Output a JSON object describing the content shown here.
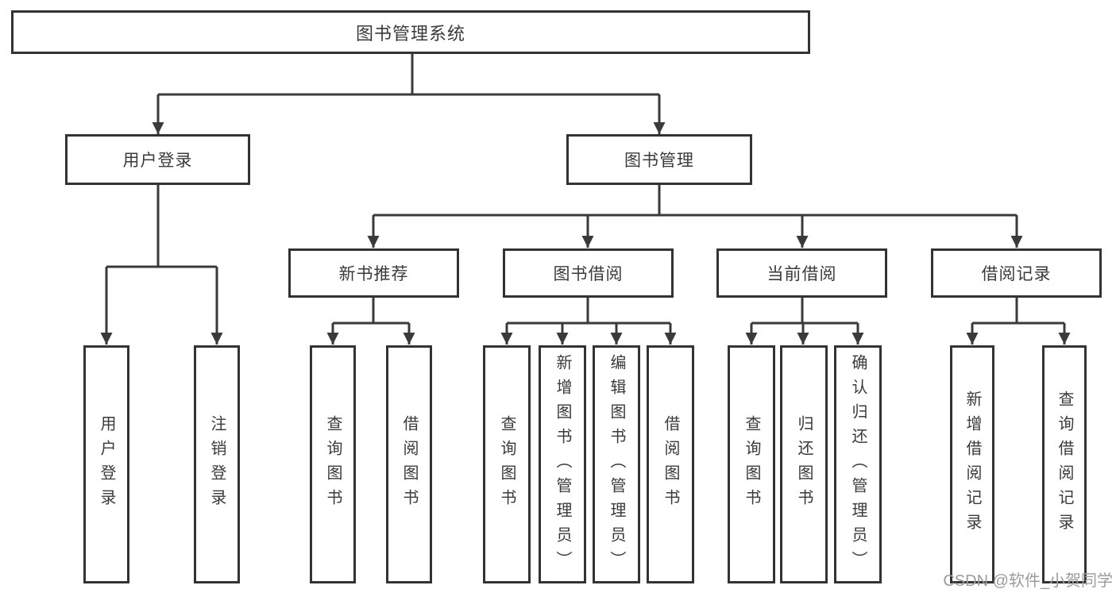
{
  "tree": {
    "root": {
      "label": "图书管理系统"
    },
    "branches": [
      {
        "label": "用户登录",
        "children": [
          {
            "label": "用户登录"
          },
          {
            "label": "注销登录"
          }
        ]
      },
      {
        "label": "图书管理",
        "children": [
          {
            "label": "新书推荐",
            "children": [
              {
                "label": "查询图书"
              },
              {
                "label": "借阅图书"
              }
            ]
          },
          {
            "label": "图书借阅",
            "children": [
              {
                "label": "查询图书"
              },
              {
                "label": "新增图书（管理员）"
              },
              {
                "label": "编辑图书（管理员）"
              },
              {
                "label": "借阅图书"
              }
            ]
          },
          {
            "label": "当前借阅",
            "children": [
              {
                "label": "查询图书"
              },
              {
                "label": "归还图书"
              },
              {
                "label": "确认归还（管理员）"
              }
            ]
          },
          {
            "label": "借阅记录",
            "children": [
              {
                "label": "新增借阅记录"
              },
              {
                "label": "查询借阅记录"
              }
            ]
          }
        ]
      }
    ]
  },
  "watermark": {
    "text": "CSDN @软件_小贺同学"
  },
  "colors": {
    "line": "#3a3a3a",
    "box_border": "#333333",
    "text": "#3a3a3a",
    "watermark_text": "#9c9c9c",
    "background": "#ffffff"
  }
}
